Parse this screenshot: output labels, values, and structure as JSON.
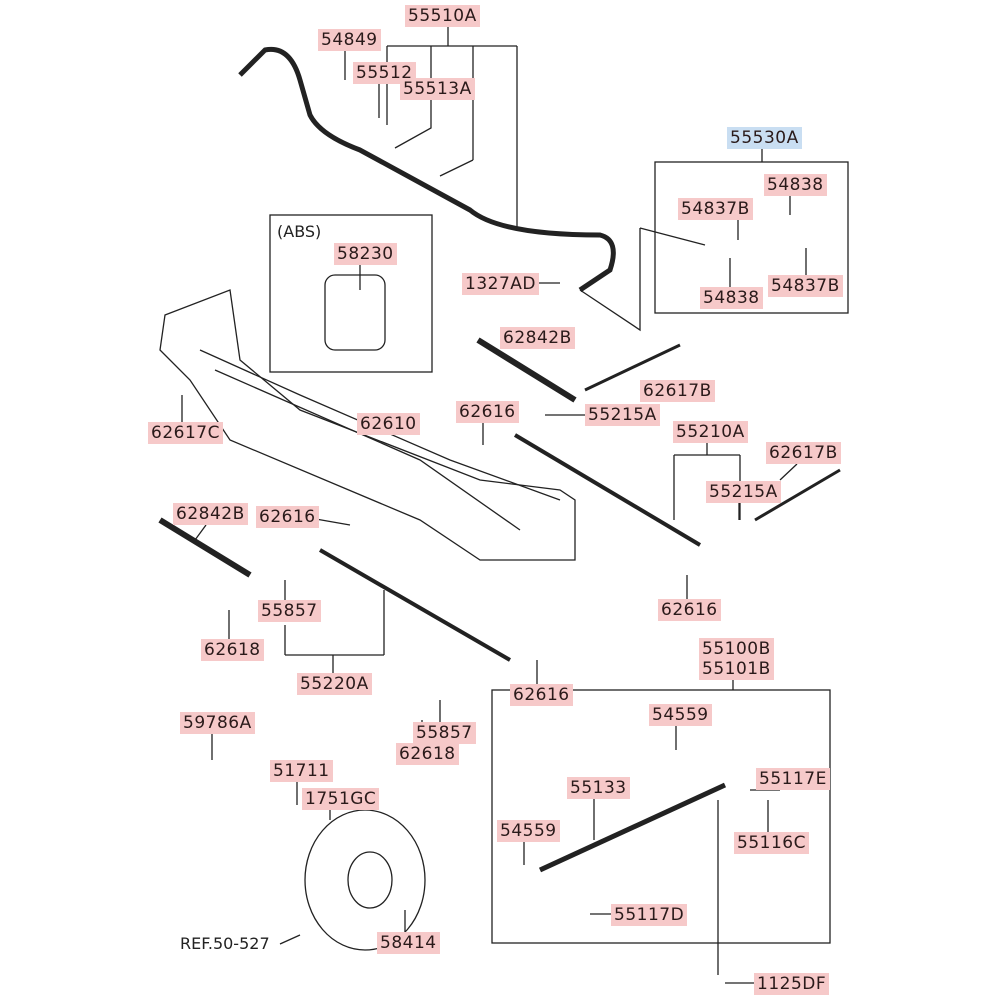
{
  "diagram": {
    "abs_caption": "(ABS)",
    "ref_caption": "REF.50-527",
    "highlight_color": "#f6c9c9",
    "selected_color": "#c9def2",
    "labels": {
      "l55510A": "55510A",
      "l54849": "54849",
      "l55512": "55512",
      "l55513A": "55513A",
      "l55530A": "55530A",
      "l54838a": "54838",
      "l54837Ba": "54837B",
      "l58230": "58230",
      "l1327AD": "1327AD",
      "l54838b": "54838",
      "l54837Bb": "54837B",
      "l62842Ba": "62842B",
      "l62617Ba": "62617B",
      "l62616a": "62616",
      "l55215Aa": "55215A",
      "l62610": "62610",
      "l62617C": "62617C",
      "l55210A": "55210A",
      "l62617Bb": "62617B",
      "l55215Ab": "55215A",
      "l62842Bb": "62842B",
      "l62616b": "62616",
      "l55857a": "55857",
      "l62616c": "62616",
      "l62618a": "62618",
      "l55100B": "55100B",
      "l55101B": "55101B",
      "l55220A": "55220A",
      "l62616d": "62616",
      "l54559a": "54559",
      "l59786A": "59786A",
      "l55857b": "55857",
      "l62618b": "62618",
      "l51711": "51711",
      "l55117E": "55117E",
      "l1751GC": "1751GC",
      "l55133": "55133",
      "l54559b": "54559",
      "l55116C": "55116C",
      "l55117D": "55117D",
      "l58414": "58414",
      "l1125DF": "1125DF"
    }
  }
}
